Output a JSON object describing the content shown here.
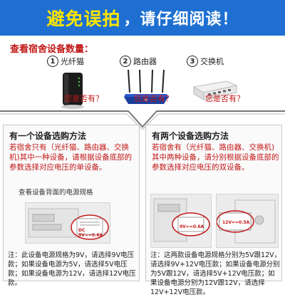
{
  "banner": {
    "main": "避免误拍",
    "sub": "，请仔细阅读！"
  },
  "check": {
    "title": "查看宿舍设备数量：",
    "devices": [
      {
        "num": "1",
        "label": "光纤猫",
        "ask": "您是否有？"
      },
      {
        "num": "2",
        "label": "路由器",
        "ask": "您是否有？"
      },
      {
        "num": "3",
        "label": "交换机",
        "ask": "您是否有？"
      }
    ]
  },
  "left_panel": {
    "title": "有一个设备选购方法",
    "desc": "若宿舍只有（光纤猫、路由器、交换机)其中一种设备，请根据设备底部的参数选择对应电压的单设备。",
    "caption": "查看设备背面的电源规格",
    "note": "注：此设备电源规格为9V，请选择9V电压款；如果设备电源为5V，请选择5V电压款；如果设备电源为12V，请选择12V电压款。",
    "label_text": "DC 9V==0.6A"
  },
  "right_panel": {
    "title": "有两个设备选购方法",
    "desc": "若宿舍有（光纤猫、路由器、交换机)其中两种设备，请分别根据设备底部的参数选择对应电压的双设备。",
    "note": "注：这两款设备电源规格分别为5V跟12V，请选择9V+12V电压款；如果设备电源分别为5V跟12V，请选择5V+12V电压款；如果设备电源分别为12V跟12V，请选择12V+12V电压款。",
    "label_text_a": "9V==0.6A",
    "label_text_b": "12V==0.5A"
  },
  "colors": {
    "banner_bg": "#1e6fd1",
    "accent_yellow": "#fde500",
    "accent_red": "#c21818"
  }
}
